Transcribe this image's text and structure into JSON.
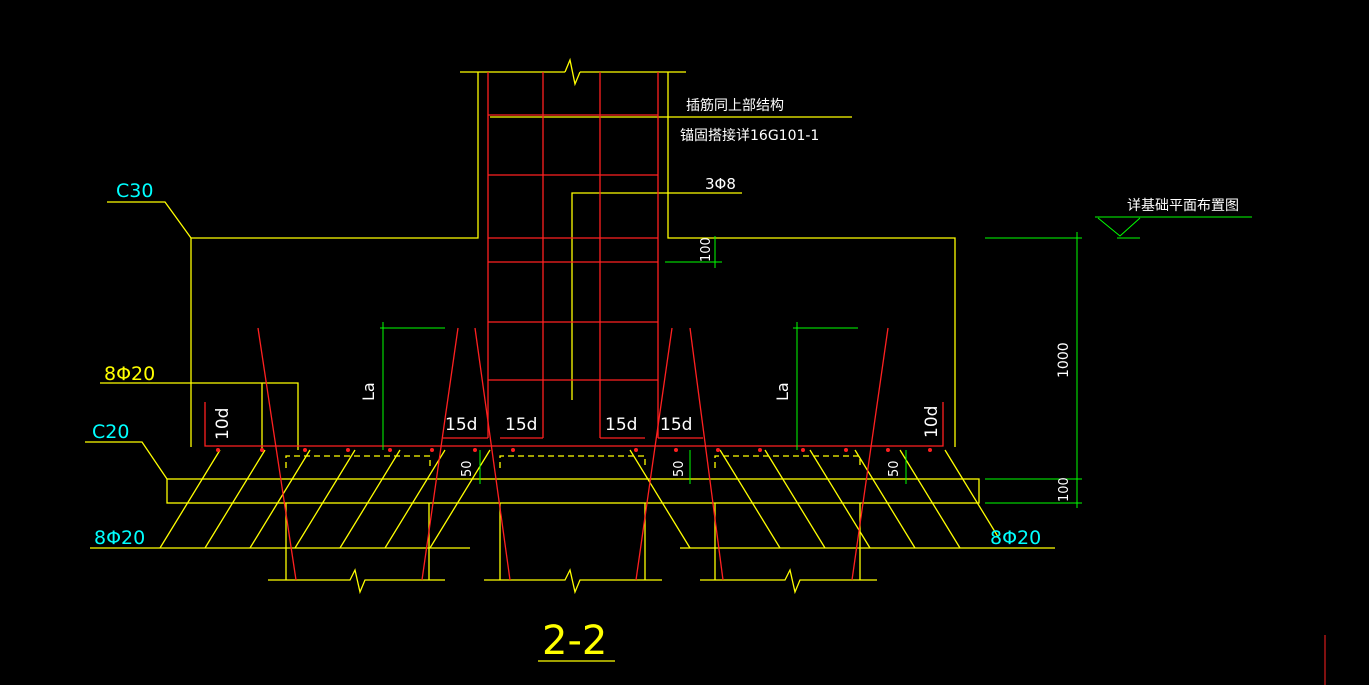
{
  "labels": {
    "concrete_top": "C30",
    "concrete_bottom": "C20",
    "rebar_left_upper": "8Φ20",
    "rebar_left_lower": "8Φ20",
    "rebar_right_lower": "8Φ20",
    "stirrup": "3Φ8",
    "note_line1": "插筋同上部结构",
    "note_line2": "锚固搭接详16G101-1",
    "elevation_ref": "详基础平面布置图",
    "la_left": "La",
    "la_right": "La",
    "hook_10d_left": "10d",
    "hook_10d_right": "10d",
    "lap_15d": "15d",
    "dim_50": "50",
    "dim_100_top": "100",
    "dim_1000": "1000",
    "dim_100_bottom": "100",
    "section_title": "2-2"
  },
  "colors": {
    "background": "#000000",
    "concrete_outline": "#ffff00",
    "rebar": "#ff2020",
    "dimension": "#00ff00",
    "leader_text": "#00ffff",
    "note_text": "#ffffff"
  }
}
